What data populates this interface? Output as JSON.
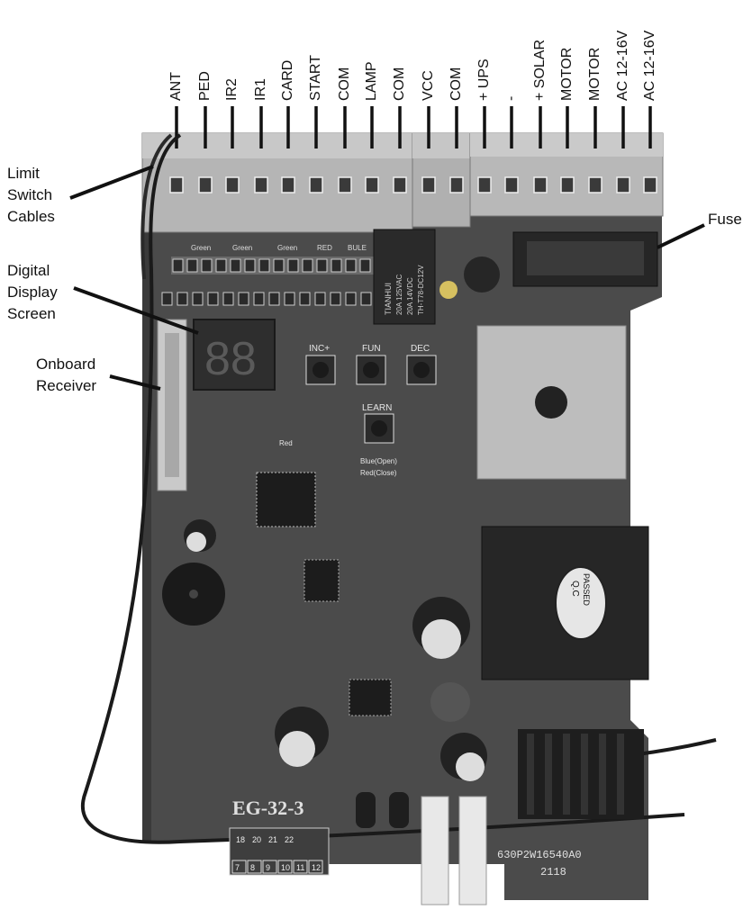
{
  "terminals": [
    "ANT",
    "PED",
    "IR2",
    "IR1",
    "CARD",
    "START",
    "COM",
    "LAMP",
    "COM",
    "VCC",
    "COM",
    "+ UPS",
    "-",
    "+ SOLAR",
    "MOTOR",
    "MOTOR",
    "AC 12-16V",
    "AC 12-16V"
  ],
  "callouts": {
    "limit_switch": [
      "Limit",
      "Switch",
      "Cables"
    ],
    "digital_display": [
      "Digital",
      "Display",
      "Screen"
    ],
    "onboard_receiver": [
      "Onboard",
      "Receiver"
    ],
    "fuse": "Fuse"
  },
  "board": {
    "model": "EG-32-3",
    "buttons": {
      "inc": "INC+",
      "fun": "FUN",
      "dec": "DEC",
      "learn": "LEARN"
    },
    "led_labels": {
      "blue_open": "Blue(Open)",
      "red_close": "Red(Close)",
      "red": "Red"
    },
    "connector_colors": [
      "Green",
      "Green",
      "Green",
      "RED",
      "BULE"
    ],
    "relay_text": [
      "TIANHUI",
      "20A 125VAC",
      "20A 14VDC",
      "TH-T78-DC12V"
    ],
    "qc_label": [
      "Q.C",
      "PASSED"
    ],
    "serial": "630P2W16540A0",
    "date_code": "2118",
    "header_pins_top": [
      "18",
      "20",
      "21",
      "22"
    ],
    "header_pins_bottom": [
      "7",
      "8",
      "9",
      "10",
      "11",
      "12"
    ],
    "display_digits": "88"
  },
  "colors": {
    "board": "#4a4a4a",
    "terminal_block": "#b3b3b3",
    "ink": "#111111"
  }
}
